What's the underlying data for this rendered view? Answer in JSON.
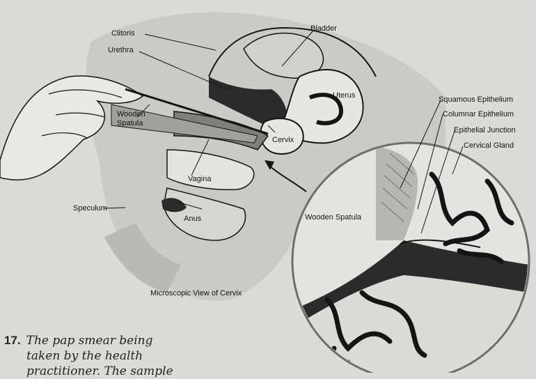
{
  "labels": {
    "clitoris": "Clitoris",
    "bladder": "Bladder",
    "urethra": "Urethra",
    "uterus": "Uterus",
    "wooden_spatula_line1": "Wooden",
    "wooden_spatula_line2": "Spatula",
    "cervix": "Cervix",
    "vagina": "Vagina",
    "speculum": "Speculum",
    "anus": "Anus",
    "squamous_epithelium": "Squamous Epithelium",
    "columnar_epithelium": "Columnar Epithelium",
    "epithelial_junction": "Epithelial Junction",
    "cervical_gland": "Cervical Gland",
    "wooden_spatula_micro": "Wooden Spatula",
    "microscopic_view": "Microscopic View of Cervix"
  },
  "caption": {
    "number": "17.",
    "line1": "The pap smear being",
    "line2": "taken by the health",
    "line3": "practitioner. The sample"
  },
  "colors": {
    "background": "#d9dbd6",
    "ink": "#141414",
    "tissue_shade": "#9fa19c"
  }
}
